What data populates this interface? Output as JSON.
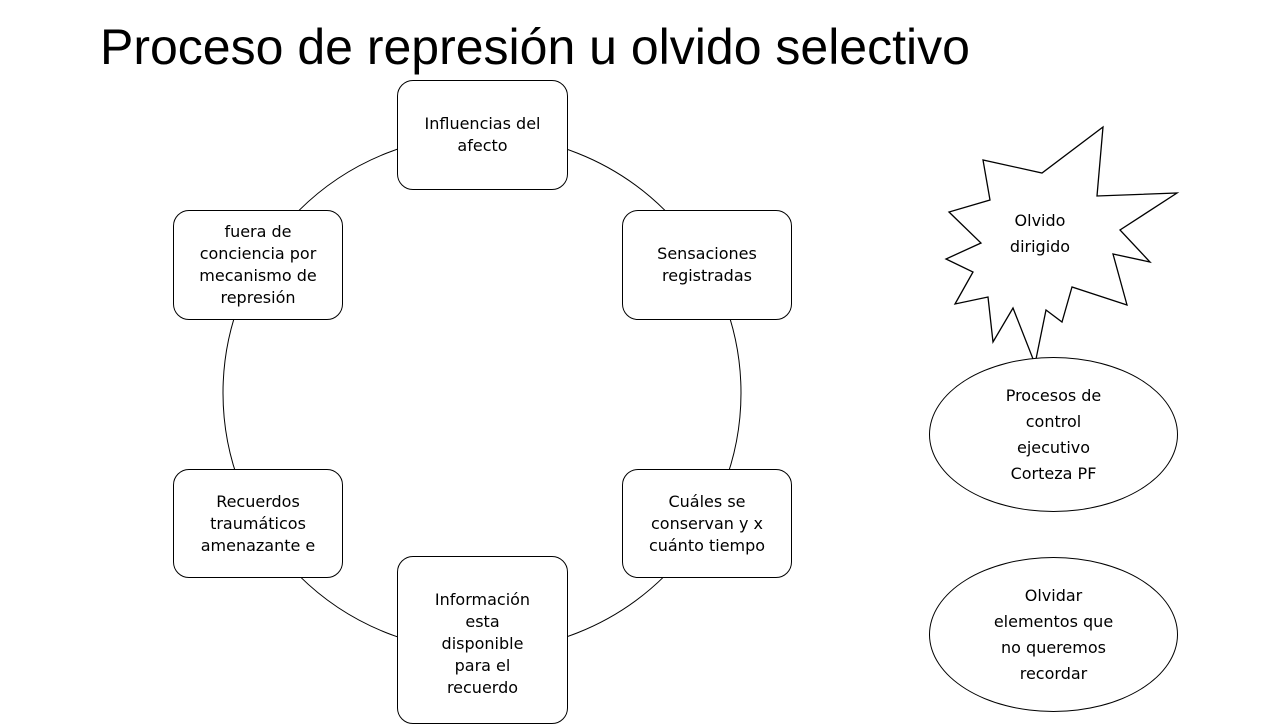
{
  "title": "Proceso de represión u olvido selectivo",
  "cycle": {
    "nodes": [
      {
        "id": "influencias",
        "lines": [
          "Influencias del",
          "afecto"
        ]
      },
      {
        "id": "sensaciones",
        "lines": [
          "Sensaciones",
          "registradas"
        ]
      },
      {
        "id": "cuales",
        "lines": [
          "Cuáles se",
          "conservan y x",
          "cuánto tiempo"
        ]
      },
      {
        "id": "informacion",
        "lines": [
          "Información",
          "esta",
          "disponible",
          "para el",
          "recuerdo"
        ]
      },
      {
        "id": "recuerdos",
        "lines": [
          "Recuerdos",
          "traumáticos",
          "amenazante e"
        ]
      },
      {
        "id": "fuera",
        "lines": [
          "fuera de",
          "conciencia por",
          "mecanismo de",
          "represión"
        ]
      }
    ]
  },
  "side": {
    "star": {
      "lines": [
        "Olvido",
        "dirigido"
      ]
    },
    "ellipse_top": {
      "lines": [
        "Procesos de",
        "control",
        "ejecutivo",
        "Corteza PF"
      ]
    },
    "ellipse_bottom": {
      "lines": [
        "Olvidar",
        "elementos que",
        "no queremos",
        "recordar"
      ]
    }
  }
}
